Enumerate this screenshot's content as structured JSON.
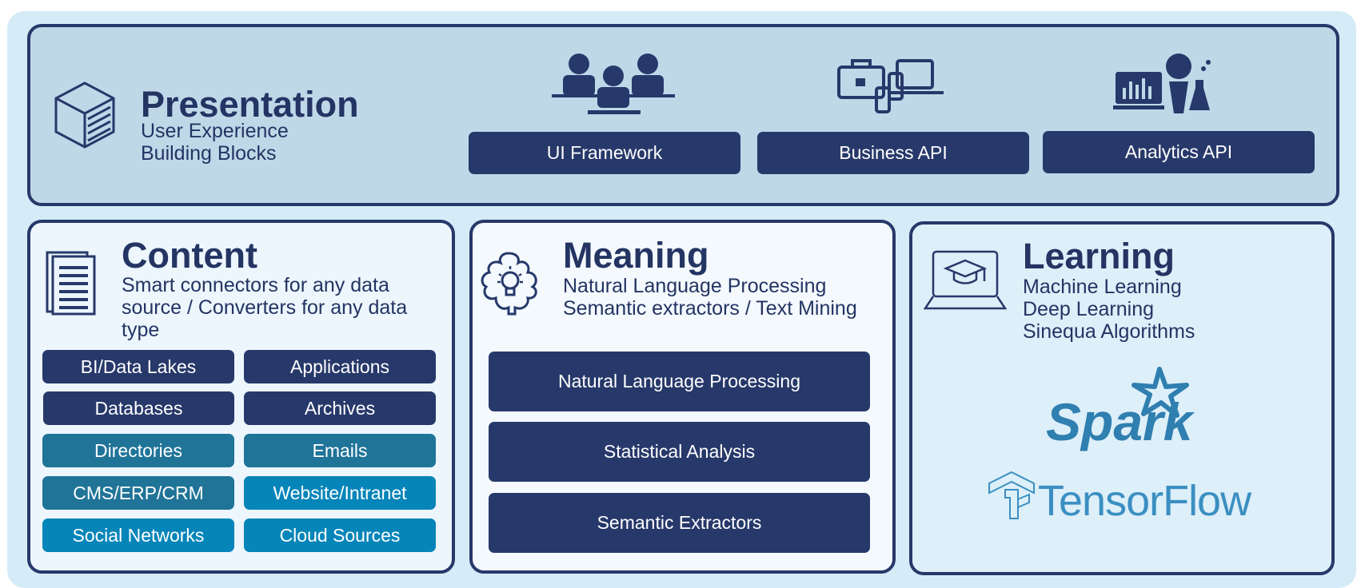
{
  "presentation": {
    "title": "Presentation",
    "line1": "User Experience",
    "line2": "Building Blocks",
    "buttons": [
      "UI Framework",
      "Business API",
      "Analytics API"
    ]
  },
  "content": {
    "title": "Content",
    "line1": "Smart connectors for any data",
    "line2": "source / Converters for any data",
    "line3": "type",
    "buttons": [
      "BI/Data Lakes",
      "Applications",
      "Databases",
      "Archives",
      "Directories",
      "Emails",
      "CMS/ERP/CRM",
      "Website/Intranet",
      "Social Networks",
      "Cloud Sources"
    ]
  },
  "meaning": {
    "title": "Meaning",
    "line1": "Natural Language Processing",
    "line2": "Semantic extractors / Text Mining",
    "buttons": [
      "Natural Language Processing",
      "Statistical Analysis",
      "Semantic Extractors"
    ]
  },
  "learning": {
    "title": "Learning",
    "line1": "Machine Learning",
    "line2": "Deep Learning",
    "line3": "Sinequa Algorithms",
    "logo1": "Spark",
    "logo2": "TensorFlow"
  },
  "colors": {
    "dark": "#27386a",
    "teal": "#207498",
    "blue": "#0685b9"
  },
  "icons": [
    "cube-icon",
    "users-icon",
    "devices-icon",
    "analytics-icon",
    "documents-icon",
    "brain-lightbulb-icon",
    "laptop-graduation-icon"
  ]
}
